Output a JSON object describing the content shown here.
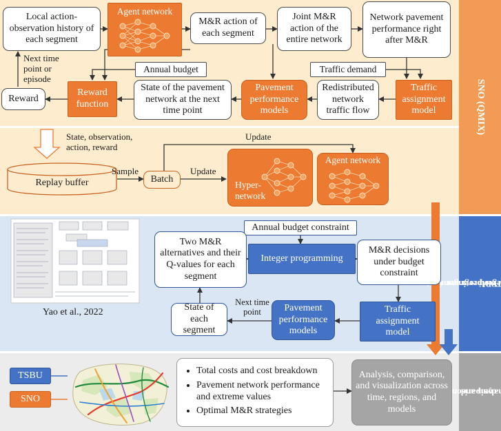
{
  "sno": {
    "section_label": "SNO (QMIX)",
    "local_history": "Local action-observation history of each segment",
    "agent_network_1": "Agent network",
    "mr_action_each": "M&R action of each segment",
    "joint_mr_action": "Joint M&R action of the entire network",
    "network_perf_after": "Network pavement performance right after M&R",
    "next_time_point": "Next time point or episode",
    "annual_budget": "Annual budget",
    "traffic_demand": "Traffic demand",
    "reward": "Reward",
    "reward_function": "Reward function",
    "state_next": "State of the pavement network at the next time point",
    "pavement_perf_models": "Pavement performance models",
    "redistributed_flow": "Redistributed network traffic flow",
    "traffic_assignment": "Traffic assignment model",
    "state_obs_label": "State, observation, action, reward",
    "update_top": "Update",
    "replay_buffer": "Replay buffer",
    "sample": "Sample",
    "batch": "Batch",
    "update": "Update",
    "hyper_network": "Hyper-network",
    "agent_network_2": "Agent network"
  },
  "tsbu": {
    "section_label_1": "TSBU",
    "section_label_2": "(TD3-Wolpertinger +",
    "section_label_3": "Integer programming)",
    "citation": "Yao et al., 2022",
    "annual_budget_constraint": "Annual budget constraint",
    "two_alternatives": "Two M&R alternatives and their Q-values for each segment",
    "integer_programming": "Integer programming",
    "mr_decisions": "M&R decisions under budget constraint",
    "state_each_segment": "State of each segment",
    "next_time_point": "Next time point",
    "pavement_perf_models": "Pavement performance models",
    "traffic_assignment": "Traffic assignment model"
  },
  "analysis": {
    "section_label_1": "Analysis and",
    "section_label_2": "comparison",
    "tsbu_tag": "TSBU",
    "sno_tag": "SNO",
    "bullets": [
      "Total costs and cost breakdown",
      "Pavement network performance and extreme values",
      "Optimal M&R strategies"
    ],
    "result_box": "Analysis, comparison, and visualization across time, regions, and models"
  },
  "colors": {
    "orange": "#ec7a30",
    "blue": "#4472c4",
    "gray": "#a5a5a5",
    "sno_bg": "#fdeccd",
    "tsbu_bg": "#dae6f3",
    "analysis_bg": "#ececec"
  }
}
